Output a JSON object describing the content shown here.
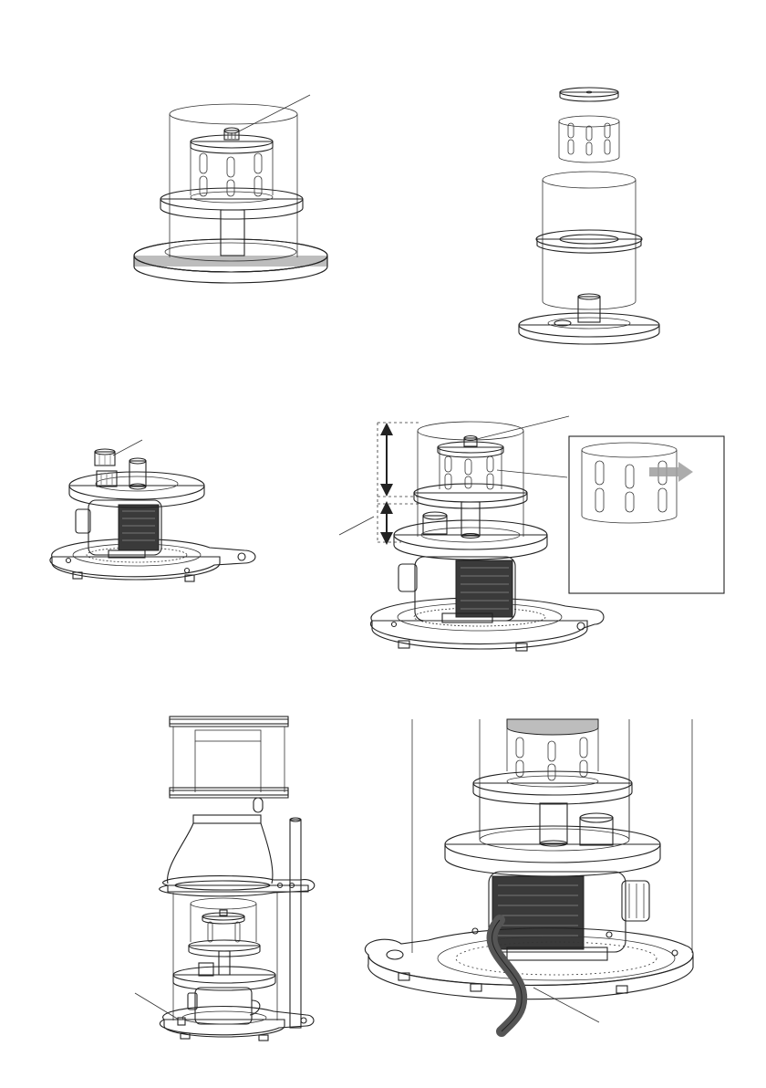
{
  "colors": {
    "plate": "#bdbdbd",
    "plate_dark": "#9a9a9a",
    "pump": "#4a4a4a",
    "pump_dark": "#2e2e2e",
    "glass": "#ffffff",
    "line": "#222222",
    "arrow_gray": "#9e9e9e",
    "cable": "#555555"
  },
  "figures": [
    {
      "name": "assembled-column",
      "icon": "assembled-column-icon"
    },
    {
      "name": "exploded-column",
      "icon": "exploded-column-icon"
    },
    {
      "name": "pump-base-with-fitting",
      "icon": "pump-base-icon"
    },
    {
      "name": "height-adjustment",
      "icon": "height-adjustment-icon"
    },
    {
      "name": "full-skimmer-exploded",
      "icon": "skimmer-exploded-icon"
    },
    {
      "name": "pump-closeup-with-cable",
      "icon": "pump-closeup-icon"
    }
  ]
}
